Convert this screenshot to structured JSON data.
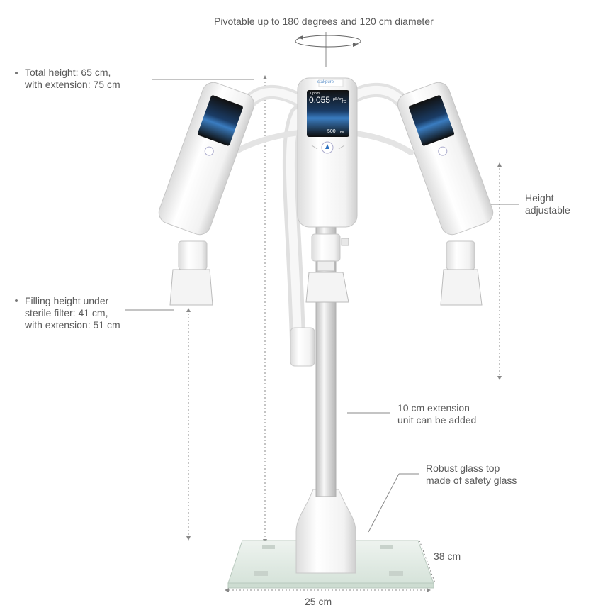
{
  "annotations": {
    "pivot": "Pivotable up to 180 degrees and 120 cm diameter",
    "total_height_line1": "Total height: 65 cm,",
    "total_height_line2": "with extension: 75 cm",
    "height_adjustable_line1": "Height",
    "height_adjustable_line2": "adjustable",
    "filling_height_line1": "Filling height under",
    "filling_height_line2": "sterile filter: 41 cm,",
    "filling_height_line3": "with extension: 51 cm",
    "extension_line1": "10 cm extension",
    "extension_line2": "unit can be added",
    "glass_line1": "Robust glass top",
    "glass_line2": "made of safety glass",
    "depth": "38 cm",
    "width": "25 cm"
  },
  "device": {
    "brand": "stakpure",
    "screen_volume_label": "1 ppm",
    "screen_reading": "0.055",
    "screen_unit": "µS/cm",
    "screen_temp_label": "TC",
    "screen_dispense": "500",
    "screen_dispense_unit": "ml"
  }
}
